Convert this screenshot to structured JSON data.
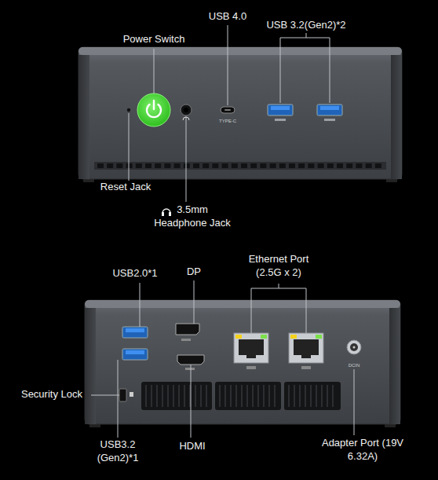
{
  "diagram": {
    "labels": [
      "Power Switch",
      "USB 4.0",
      "USB 3.2(Gen2)*2",
      "Reset Jack",
      "3.5mm Headphone Jack",
      "USB2.0*1",
      "DP",
      "Ethernet Port (2.5G x 2)",
      "Security Lock",
      "USB3.2 (Gen2)*1",
      "HDMI",
      "Adapter Port (19V 6.32A)",
      "TYPE-C",
      "DCIN"
    ]
  }
}
